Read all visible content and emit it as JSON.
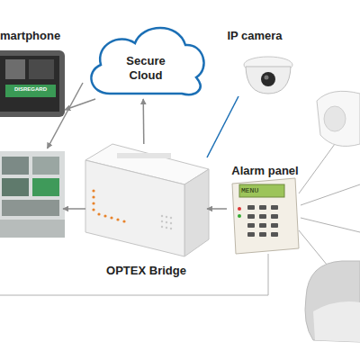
{
  "diagram": {
    "nodes": [
      {
        "text": [
          "martphone",
          "DISREGARD"
        ]
      },
      {
        "text": [
          "Secure Cloud"
        ]
      },
      {
        "text": [
          "IP camera"
        ]
      },
      {
        "text": []
      },
      {
        "text": [
          "OPTEX Bridge"
        ]
      },
      {
        "text": [
          "Alarm panel",
          "MENU"
        ]
      }
    ],
    "edges": [
      {
        "from": 1,
        "to": 0,
        "arrow": "to"
      },
      {
        "from": 1,
        "to": 3,
        "arrow": "to"
      },
      {
        "from": 4,
        "to": 1,
        "arrow": "to"
      },
      {
        "from": 4,
        "to": 3,
        "arrow": "to"
      },
      {
        "from": 2,
        "to": 4,
        "arrow": "none"
      },
      {
        "from": 5,
        "to": 4,
        "arrow": "to"
      }
    ]
  }
}
